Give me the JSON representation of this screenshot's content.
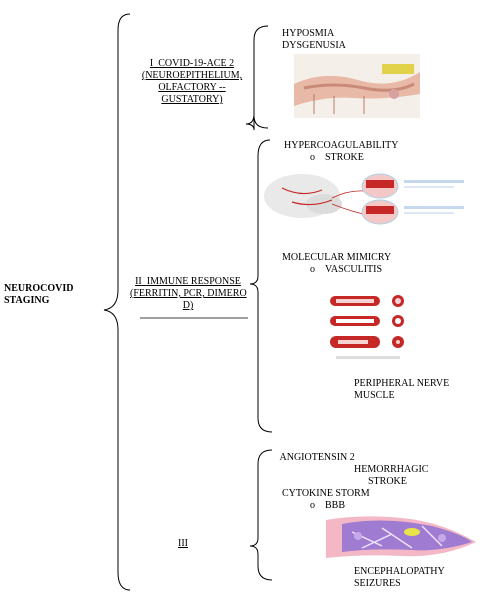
{
  "root": {
    "line1": "NEUROCOVID",
    "line2": "STAGING"
  },
  "stages": {
    "one": {
      "roman": "I",
      "glyph": "",
      "lines": [
        "COVID-19-ACE 2",
        "(NEUROEPITHELIUM,",
        "OLFACTORY --",
        "GUSTATORY)"
      ]
    },
    "two": {
      "roman": "II",
      "glyph": "",
      "line1": "IMMUNE RESPONSE",
      "line2": "(FERRITIN, PCR, DIMERO",
      "line3": "D)"
    },
    "three": {
      "roman": "III"
    }
  },
  "stage1_items": [
    "HYPOSMIA",
    "DYSGENUSIA"
  ],
  "stage2": {
    "a_title": "HYPERCOAGULABILITY",
    "a_sub": "STROKE",
    "b_title": "MOLECULAR MIMICRY",
    "b_sub": "VASCULITIS",
    "nested": [
      "PERIPHERAL NERVE",
      "MUSCLE"
    ]
  },
  "stage3": {
    "ang": "ANGIOTENSIN 2",
    "hemo_1": "HEMORRHAGIC",
    "hemo_2": "STROKE",
    "cyto": "CYTOKINE STORM",
    "bbb": "BBB",
    "nested": [
      "ENCEPHALOPATHY",
      "SEIZURES"
    ]
  },
  "glyphs": {
    "square": "",
    "circle": "o"
  },
  "colors": {
    "blood": "#c62828",
    "brain": "#e6e6e6",
    "bbb": "#9f7bd1",
    "pink": "#f2b5c4"
  }
}
